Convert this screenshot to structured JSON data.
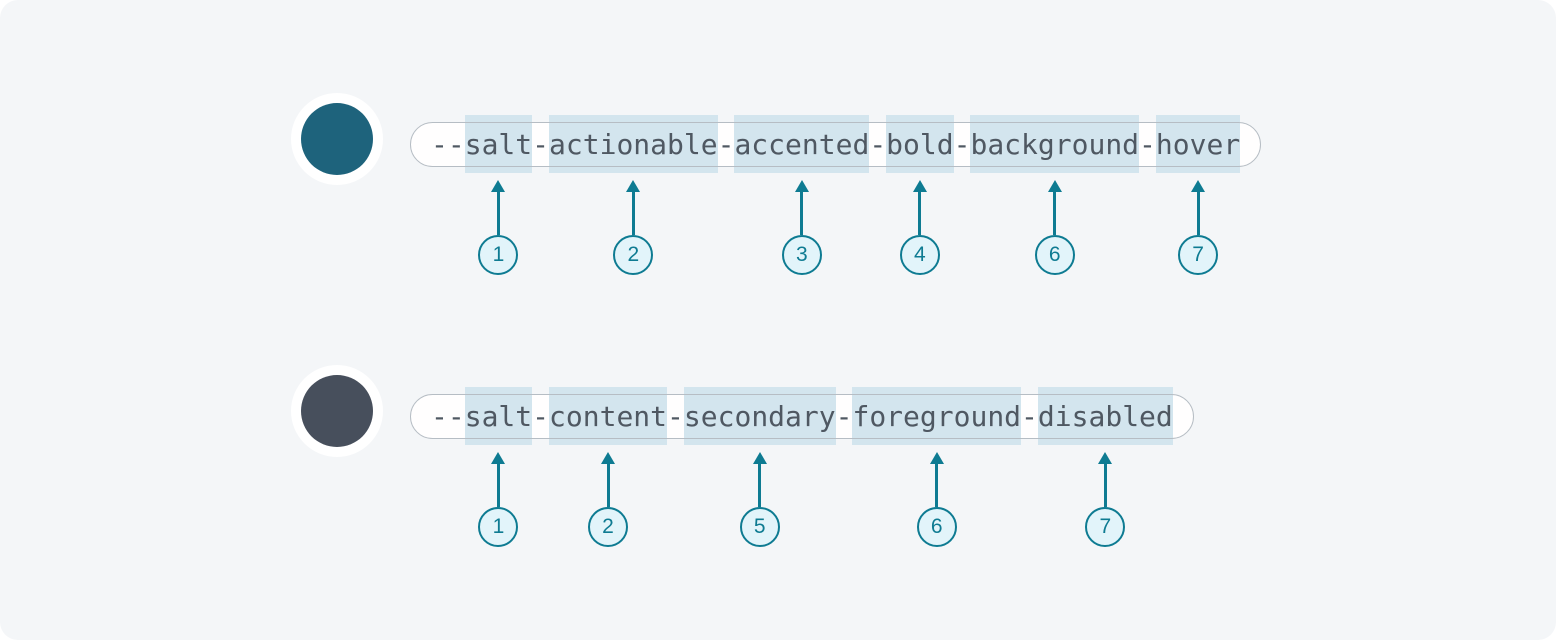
{
  "colors": {
    "page_background": "#ffffff",
    "panel_background": "#f4f6f8",
    "pill_background": "#fffefe",
    "pill_border": "#b6bdc4",
    "segment_highlight": "#d3e5ee",
    "token_text": "#4f5862",
    "teal_accent": "#0e7b92",
    "number_circle_fill": "#e2f4fa",
    "swatch_ring": "#ffffff"
  },
  "rows": [
    {
      "token": "--salt-actionable-accented-bold-background-hover",
      "swatch_color": "#1e637c",
      "segments": [
        {
          "text": "--",
          "highlight": false,
          "number": null
        },
        {
          "text": "salt",
          "highlight": true,
          "number": "1"
        },
        {
          "text": "-",
          "highlight": false,
          "number": null
        },
        {
          "text": "actionable",
          "highlight": true,
          "number": "2"
        },
        {
          "text": "-",
          "highlight": false,
          "number": null
        },
        {
          "text": "accented",
          "highlight": true,
          "number": "3"
        },
        {
          "text": "-",
          "highlight": false,
          "number": null
        },
        {
          "text": "bold",
          "highlight": true,
          "number": "4"
        },
        {
          "text": "-",
          "highlight": false,
          "number": null
        },
        {
          "text": "background",
          "highlight": true,
          "number": "6"
        },
        {
          "text": "-",
          "highlight": false,
          "number": null
        },
        {
          "text": "hover",
          "highlight": true,
          "number": "7"
        }
      ]
    },
    {
      "token": "--salt-content-secondary-foreground-disabled",
      "swatch_color": "#474f5c",
      "segments": [
        {
          "text": "--",
          "highlight": false,
          "number": null
        },
        {
          "text": "salt",
          "highlight": true,
          "number": "1"
        },
        {
          "text": "-",
          "highlight": false,
          "number": null
        },
        {
          "text": "content",
          "highlight": true,
          "number": "2"
        },
        {
          "text": "-",
          "highlight": false,
          "number": null
        },
        {
          "text": "secondary",
          "highlight": true,
          "number": "5"
        },
        {
          "text": "-",
          "highlight": false,
          "number": null
        },
        {
          "text": "foreground",
          "highlight": true,
          "number": "6"
        },
        {
          "text": "-",
          "highlight": false,
          "number": null
        },
        {
          "text": "disabled",
          "highlight": true,
          "number": "7"
        }
      ]
    }
  ]
}
